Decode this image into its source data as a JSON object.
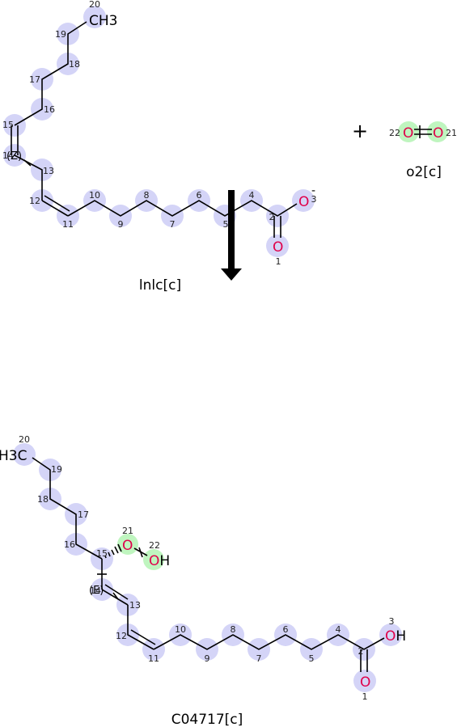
{
  "reaction": {
    "reactant_1": {
      "name": "lnlc[c]",
      "atoms": {
        "c20": "CH3",
        "o1": "O",
        "o3": "O",
        "charge": "-",
        "stereo_14": "(Z)"
      }
    },
    "plus_sign": "+",
    "reactant_2": {
      "name": "o2[c]",
      "atoms": {
        "o21": "O",
        "o22": "O"
      }
    },
    "product": {
      "name": "C04717[c]",
      "atoms": {
        "c20": "H3C",
        "o21": "O",
        "o22": "OH",
        "o1": "O",
        "o3": "OH",
        "stereo_14": "(E)"
      }
    }
  },
  "numbers": {
    "r1": [
      "20",
      "19",
      "18",
      "17",
      "16",
      "15",
      "14",
      "13",
      "12",
      "11",
      "10",
      "9",
      "8",
      "7",
      "6",
      "5",
      "4",
      "2",
      "3",
      "1"
    ],
    "r2": [
      "22",
      "21"
    ],
    "p": [
      "20",
      "19",
      "18",
      "17",
      "16",
      "15",
      "21",
      "22",
      "14",
      "13",
      "12",
      "11",
      "10",
      "9",
      "8",
      "7",
      "6",
      "5",
      "4",
      "2",
      "3",
      "1"
    ]
  },
  "colors": {
    "atom_highlight": "#d4d4f7",
    "oxygen_highlight": "#bff5bf",
    "oxygen_text": "#e0004a"
  }
}
